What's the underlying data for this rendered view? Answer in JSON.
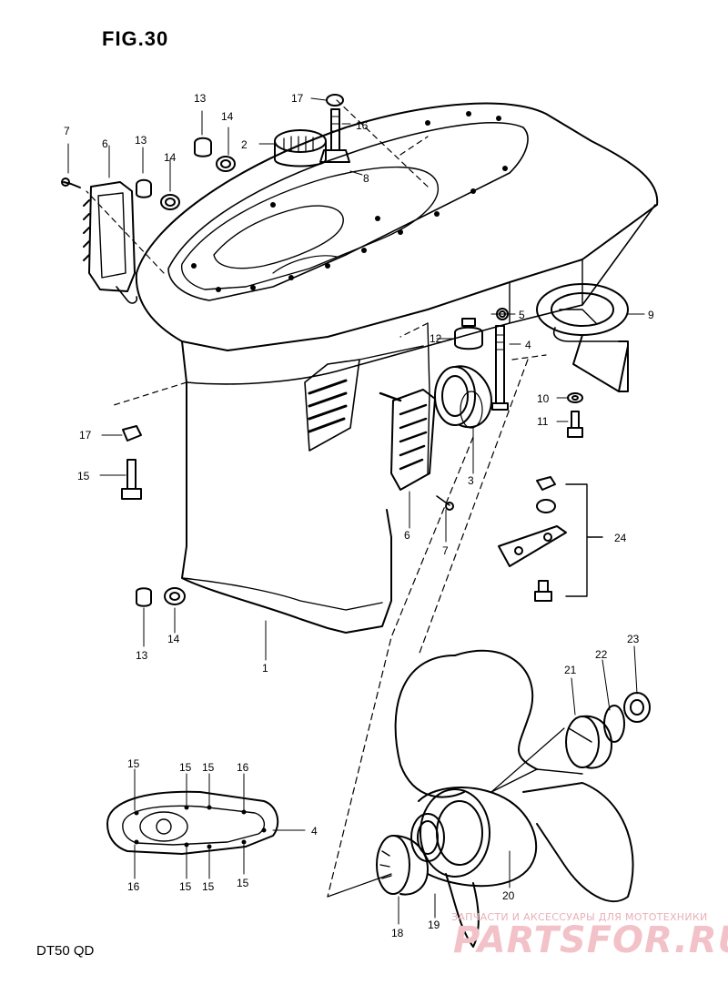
{
  "title": "FIG.30",
  "model": "DT50 QD",
  "watermark": {
    "tagline": "ЗАПЧАСТИ И АКСЕССУАРЫ ДЛЯ МОТОТЕХНИКИ",
    "brand": "PARTSFOR.RU"
  },
  "callouts": [
    {
      "id": "c1",
      "label": "1"
    },
    {
      "id": "c2",
      "label": "2"
    },
    {
      "id": "c3",
      "label": "3"
    },
    {
      "id": "c4a",
      "label": "4"
    },
    {
      "id": "c4b",
      "label": "4"
    },
    {
      "id": "c5",
      "label": "5"
    },
    {
      "id": "c6a",
      "label": "6"
    },
    {
      "id": "c6b",
      "label": "6"
    },
    {
      "id": "c7a",
      "label": "7"
    },
    {
      "id": "c7b",
      "label": "7"
    },
    {
      "id": "c8",
      "label": "8"
    },
    {
      "id": "c9",
      "label": "9"
    },
    {
      "id": "c10",
      "label": "10"
    },
    {
      "id": "c11",
      "label": "11"
    },
    {
      "id": "c12",
      "label": "12"
    },
    {
      "id": "c13a",
      "label": "13"
    },
    {
      "id": "c13b",
      "label": "13"
    },
    {
      "id": "c13c",
      "label": "13"
    },
    {
      "id": "c14a",
      "label": "14"
    },
    {
      "id": "c14b",
      "label": "14"
    },
    {
      "id": "c14c",
      "label": "14"
    },
    {
      "id": "c15a",
      "label": "15"
    },
    {
      "id": "c15b",
      "label": "15"
    },
    {
      "id": "c15c",
      "label": "15"
    },
    {
      "id": "c15d",
      "label": "15"
    },
    {
      "id": "c15e",
      "label": "15"
    },
    {
      "id": "c15f",
      "label": "15"
    },
    {
      "id": "c15g",
      "label": "15"
    },
    {
      "id": "c16a",
      "label": "16"
    },
    {
      "id": "c16b",
      "label": "16"
    },
    {
      "id": "c16c",
      "label": "16"
    },
    {
      "id": "c17a",
      "label": "17"
    },
    {
      "id": "c17b",
      "label": "17"
    },
    {
      "id": "c18",
      "label": "18"
    },
    {
      "id": "c19",
      "label": "19"
    },
    {
      "id": "c20",
      "label": "20"
    },
    {
      "id": "c21",
      "label": "21"
    },
    {
      "id": "c22",
      "label": "22"
    },
    {
      "id": "c23",
      "label": "23"
    },
    {
      "id": "c24",
      "label": "24"
    }
  ]
}
